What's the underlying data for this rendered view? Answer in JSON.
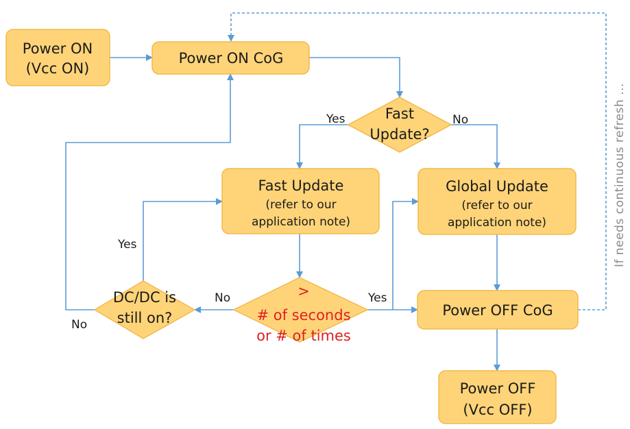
{
  "colors": {
    "box_fill": "#ffd479",
    "box_stroke": "#f2b84b",
    "arrow": "#5b9bd5",
    "condition_text": "#e02020"
  },
  "nodes": {
    "power_on": {
      "line1": "Power ON",
      "line2": "(Vcc ON)"
    },
    "power_on_cog": {
      "label": "Power ON CoG"
    },
    "fast_update_q": {
      "line1": "Fast",
      "line2": "Update?"
    },
    "fast_update": {
      "title": "Fast Update",
      "line1": "(refer to our",
      "line2": "application note)"
    },
    "global_update": {
      "title": "Global Update",
      "line1": "(refer to our",
      "line2": "application note)"
    },
    "condition": {
      "line1": ">",
      "line2": "# of seconds",
      "line3": "or # of times"
    },
    "dcdc_q": {
      "line1": "DC/DC is",
      "line2": "still on?"
    },
    "power_off_cog": {
      "label": "Power OFF CoG"
    },
    "power_off": {
      "line1": "Power OFF",
      "line2": "(Vcc OFF)"
    }
  },
  "edge_labels": {
    "fast_yes": "Yes",
    "fast_no": "No",
    "cond_yes": "Yes",
    "cond_no": "No",
    "dcdc_yes": "Yes",
    "dcdc_no": "No"
  },
  "side_note": "If needs continuous refresh ..."
}
